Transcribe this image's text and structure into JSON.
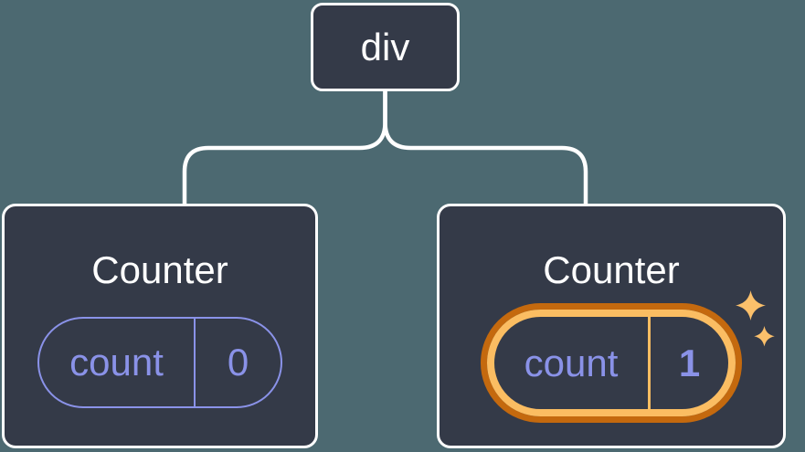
{
  "diagram": {
    "title_hint": "React render tree: div with two Counter children",
    "colors": {
      "background": "#4C6971",
      "node_fill": "#343A48",
      "node_border": "#FFFFFF",
      "connector": "#FFFFFF",
      "state_purple": "#8A92E8",
      "highlight_outer_orange": "#C4690E",
      "highlight_inner_orange": "#FBBD62",
      "sparkle_orange": "#FBC06B"
    },
    "root": {
      "label": "div"
    },
    "children": [
      {
        "title": "Counter",
        "state": {
          "key": "count",
          "value": "0"
        },
        "highlighted": false
      },
      {
        "title": "Counter",
        "state": {
          "key": "count",
          "value": "1"
        },
        "highlighted": true,
        "icon": "sparkles-icon"
      }
    ]
  }
}
